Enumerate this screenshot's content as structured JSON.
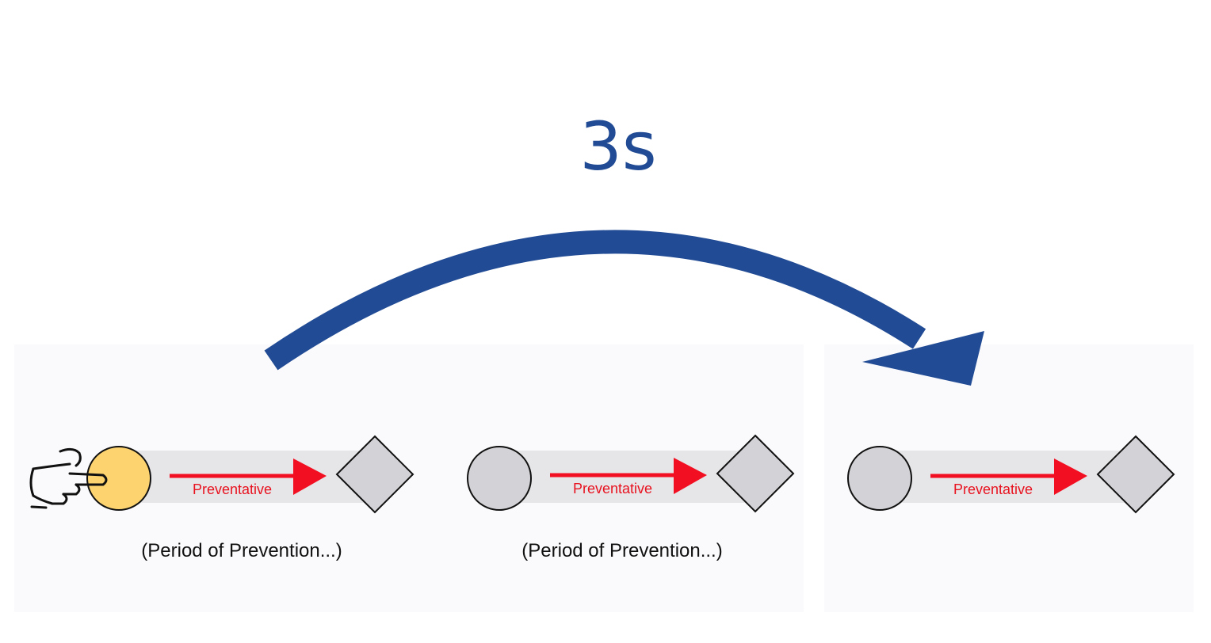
{
  "duration_label": "3s",
  "colors": {
    "arc": "#214b94",
    "arrow": "#f20f22",
    "label": "#e8121f",
    "active_circle": "#fcd36f",
    "inactive_circle": "#d3d2d6",
    "diamond": "#d3d2d6",
    "track": "#e6e6e8"
  },
  "steps": [
    {
      "arrow_label": "Preventative",
      "caption": "(Period of Prevention...)",
      "state": "active",
      "pointer_icon": "hand-pointer-icon"
    },
    {
      "arrow_label": "Preventative",
      "caption": "(Period of Prevention...)",
      "state": "inactive"
    },
    {
      "arrow_label": "Preventative",
      "caption": "",
      "state": "inactive"
    }
  ]
}
